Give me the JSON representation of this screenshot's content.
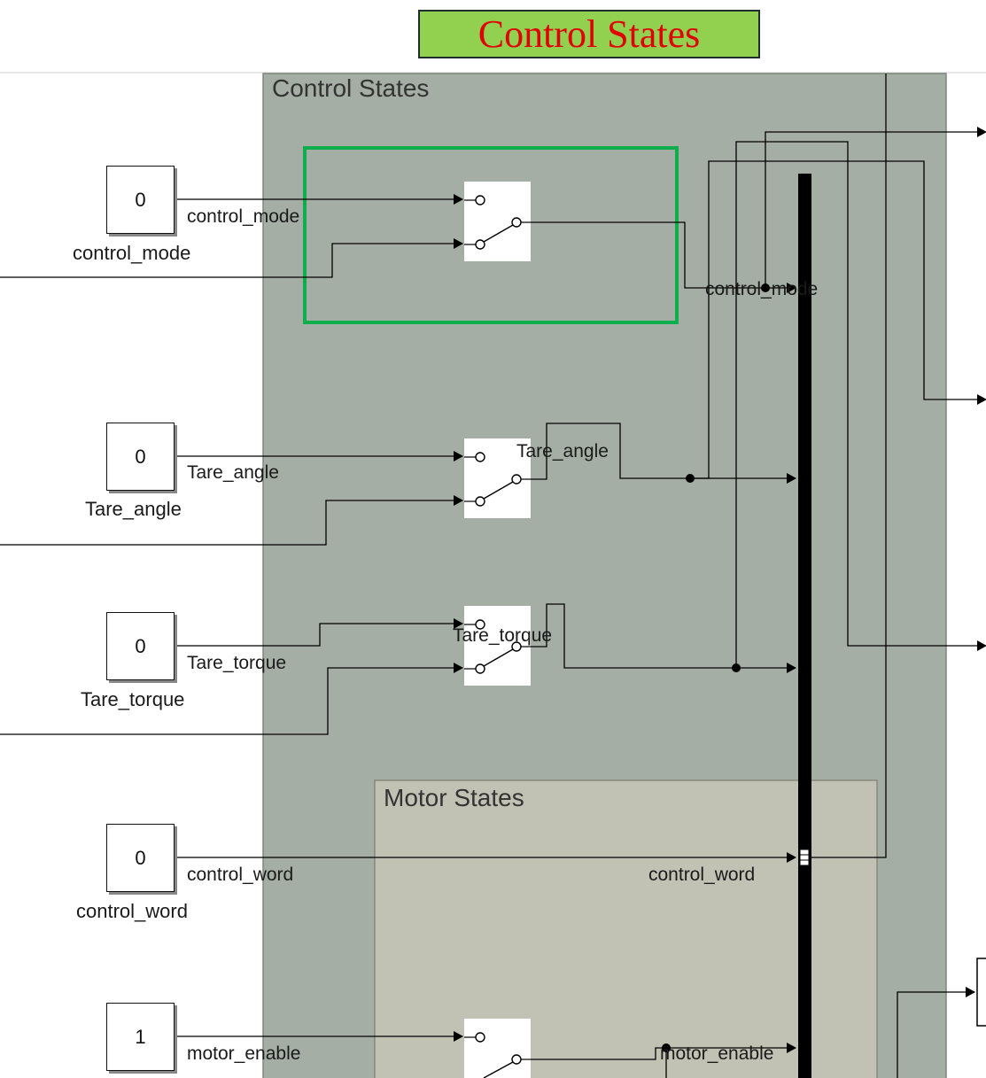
{
  "banner": {
    "title": "Control States"
  },
  "areas": {
    "control_states": "Control States",
    "motor_states": "Motor States"
  },
  "constants": [
    {
      "value": "0",
      "name": "control_mode",
      "signal": "control_mode"
    },
    {
      "value": "0",
      "name": "Tare_angle",
      "signal": "Tare_angle"
    },
    {
      "value": "0",
      "name": "Tare_torque",
      "signal": "Tare_torque"
    },
    {
      "value": "0",
      "name": "control_word",
      "signal": "control_word"
    },
    {
      "value": "1",
      "name": "",
      "signal": "motor_enable"
    }
  ],
  "switch_outputs": {
    "control_mode": "control_mode",
    "tare_angle": "Tare_angle",
    "tare_torque": "Tare_torque",
    "control_word": "control_word",
    "motor_enable": "motor_enable"
  },
  "colors": {
    "control_area": "#a4aea4",
    "motor_area": "#c2c2b4",
    "highlight": "#0fae4c",
    "banner_bg": "#92d050",
    "banner_text": "#e00000"
  }
}
